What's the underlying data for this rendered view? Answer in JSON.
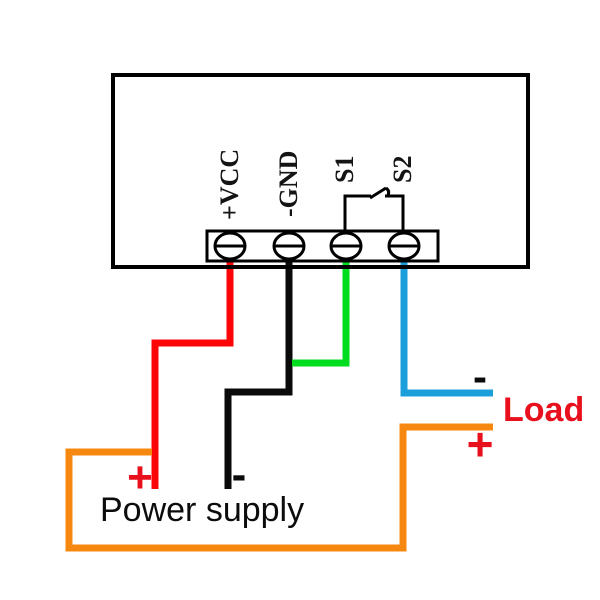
{
  "diagram": {
    "title": "thermostat-module-wiring-diagram",
    "device": {
      "terminal_labels": [
        "+VCC",
        "-GND",
        "S1",
        "S2"
      ],
      "terminal_count": "4"
    },
    "power_supply": {
      "label": "Power supply",
      "plus": "+",
      "minus": "-"
    },
    "load": {
      "label": "Load",
      "plus": "+",
      "minus": "-"
    },
    "colors": {
      "vcc_wire": "#fb0507",
      "gnd_wire": "#0a0a0a",
      "s1_wire": "#00dd1f",
      "s2_wire": "#1b9fdb",
      "loop_wire": "#f6870f",
      "label_red": "#e8101c",
      "outline": "#000000"
    }
  }
}
